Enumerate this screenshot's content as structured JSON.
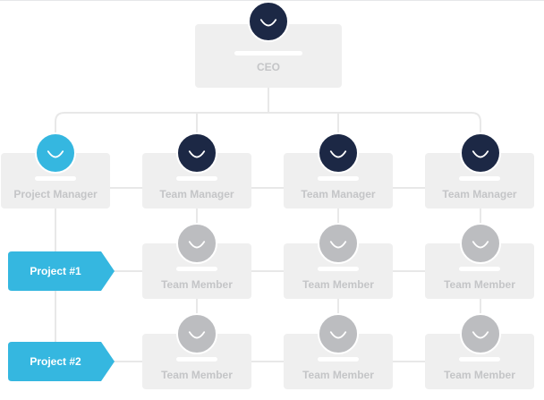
{
  "colors": {
    "executive_avatar": "#1c2845",
    "project_manager_avatar": "#35b7e0",
    "member_avatar": "#bcbdc0",
    "card_fill": "#efefef",
    "card_text": "#c4c5c7",
    "connector": "#e8e8e8",
    "tag_fill": "#35b7e0"
  },
  "nodes": {
    "ceo": {
      "title": "CEO",
      "avatar_icon": "smiley-face-icon"
    },
    "project_manager": {
      "title": "Project Manager",
      "avatar_icon": "smiley-face-icon"
    },
    "team_managers": [
      {
        "title": "Team Manager",
        "avatar_icon": "smiley-face-icon"
      },
      {
        "title": "Team Manager",
        "avatar_icon": "smiley-face-icon"
      },
      {
        "title": "Team Manager",
        "avatar_icon": "smiley-face-icon"
      }
    ],
    "team_members_row1": [
      {
        "title": "Team Member",
        "avatar_icon": "smiley-face-icon"
      },
      {
        "title": "Team Member",
        "avatar_icon": "smiley-face-icon"
      },
      {
        "title": "Team Member",
        "avatar_icon": "smiley-face-icon"
      }
    ],
    "team_members_row2": [
      {
        "title": "Team Member",
        "avatar_icon": "smiley-face-icon"
      },
      {
        "title": "Team Member",
        "avatar_icon": "smiley-face-icon"
      },
      {
        "title": "Team Member",
        "avatar_icon": "smiley-face-icon"
      }
    ]
  },
  "projects": [
    {
      "label": "Project #1"
    },
    {
      "label": "Project #2"
    }
  ]
}
